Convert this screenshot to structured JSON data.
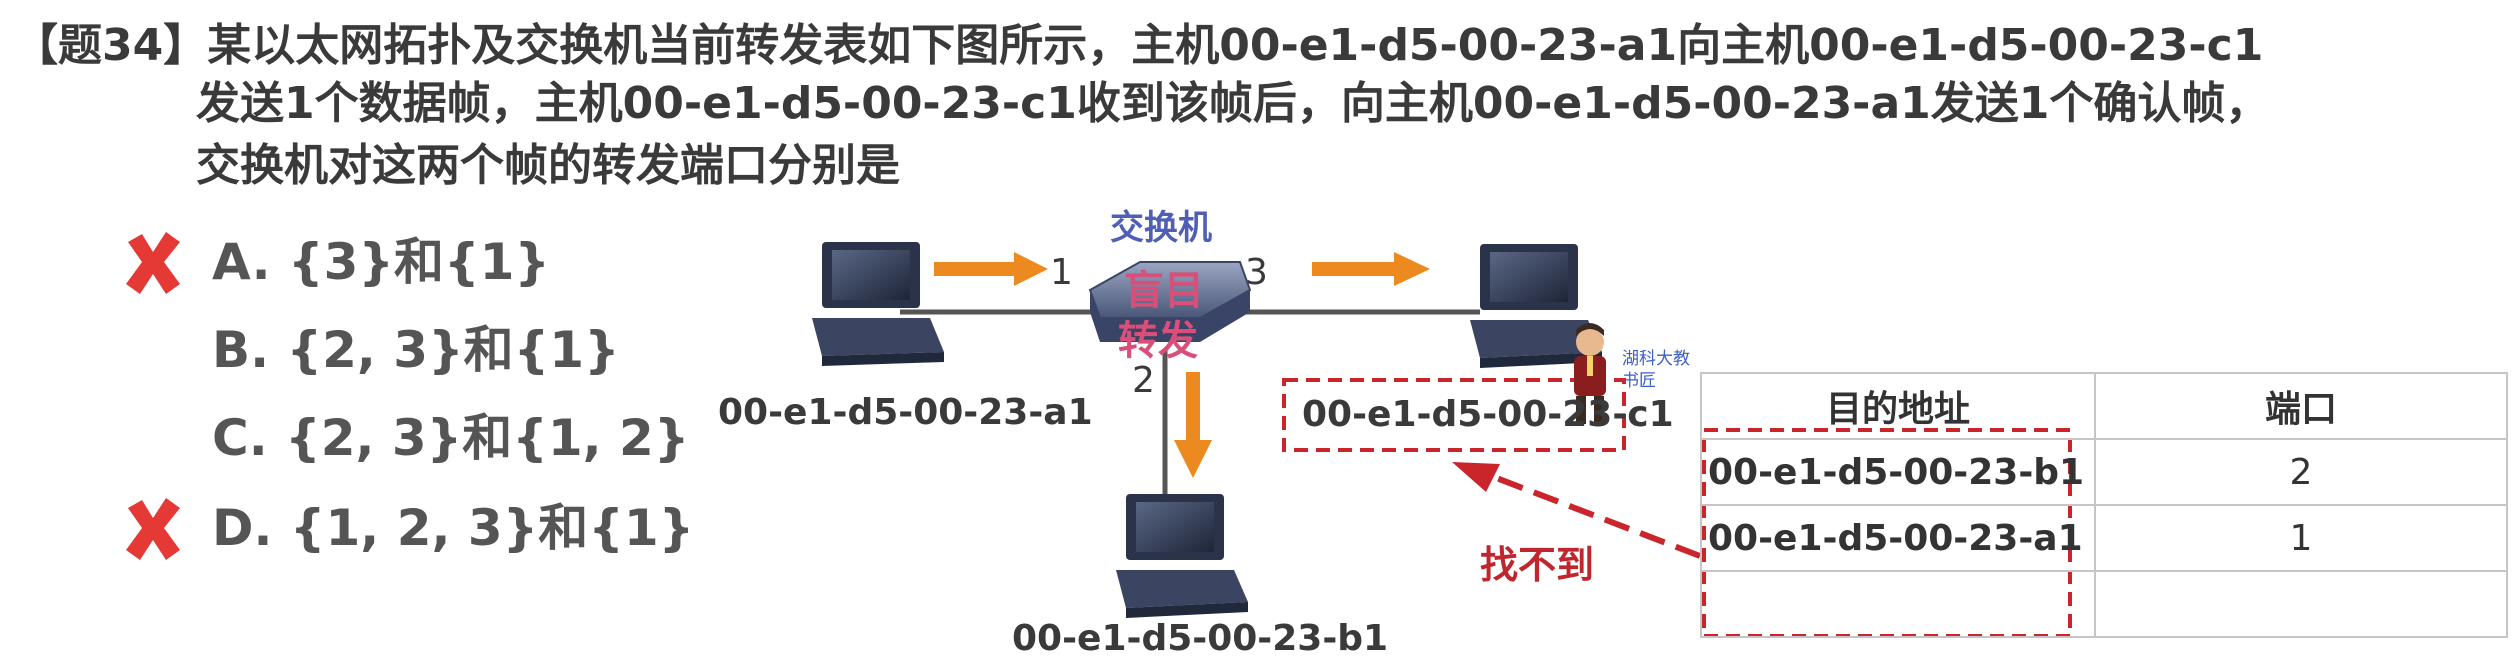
{
  "question": {
    "line1": "【题34】某以太网拓扑及交换机当前转发表如下图所示，主机00-e1-d5-00-23-a1向主机00-e1-d5-00-23-c1",
    "line2": "发送1个数据帧，主机00-e1-d5-00-23-c1收到该帧后，向主机00-e1-d5-00-23-a1发送1个确认帧，",
    "line3": "交换机对这两个帧的转发端口分别是"
  },
  "options": [
    {
      "label": "A. {3}和{1}",
      "marked_wrong": true
    },
    {
      "label": "B. {2, 3}和{1}",
      "marked_wrong": false
    },
    {
      "label": "C. {2, 3}和{1, 2}",
      "marked_wrong": false
    },
    {
      "label": "D. {1, 2, 3}和{1}",
      "marked_wrong": true
    }
  ],
  "diagram": {
    "switch_label": "交换机",
    "annotation_line1": "盲目",
    "annotation_line2": "转发",
    "ports": [
      "1",
      "2",
      "3"
    ],
    "hosts": {
      "a1": "00-e1-d5-00-23-a1",
      "b1": "00-e1-d5-00-23-b1",
      "c1": "00-e1-d5-00-23-c1"
    },
    "not_found": "找不到",
    "watermark": "湖科大教书匠"
  },
  "forward_table": {
    "headers": [
      "目的地址",
      "端口"
    ],
    "rows": [
      [
        "00-e1-d5-00-23-b1",
        "2"
      ],
      [
        "00-e1-d5-00-23-a1",
        "1"
      ],
      [
        "",
        ""
      ]
    ]
  },
  "colors": {
    "arrow": "#ec8a1f",
    "x_mark": "#e53935",
    "dashed_box": "#c9252b",
    "switch_text": "#4f5fb5",
    "annotation": "#d94f7a"
  }
}
